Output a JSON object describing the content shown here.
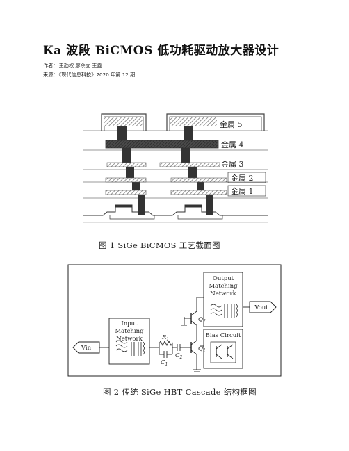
{
  "paper": {
    "title": "Ka 波段 BiCMOS 低功耗驱动放大器设计",
    "authors_label": "作者：",
    "authors": "王劭权  廖余立  王鑫",
    "source_label": "来源：",
    "source": "《现代信息科技》2020 年第 12 期"
  },
  "figure1": {
    "layers": [
      "金属 5",
      "金属 4",
      "金属 3",
      "金属 2",
      "金属 1"
    ],
    "caption": "图 1    SiGe  BiCMOS 工艺截面图"
  },
  "figure2": {
    "input_block": [
      "Input",
      "Matching",
      "Network"
    ],
    "output_block": [
      "Output",
      "Matching",
      "Network"
    ],
    "bias_block": "Bias Circuit",
    "vin": "Vin",
    "vout": "Vout",
    "r1": "R",
    "r1_sub": "1",
    "c1": "C",
    "c1_sub": "1",
    "c2": "C",
    "c2_sub": "2",
    "q1": "Q",
    "q1_sub": "1",
    "q2": "Q",
    "q2_sub": "2",
    "caption": "图 2    传统 SiGe  HBT  Cascade 结构框图"
  },
  "colors": {
    "dark_via": "#3a3a3a",
    "hatch": "#8a8a8a",
    "line": "#333333"
  }
}
